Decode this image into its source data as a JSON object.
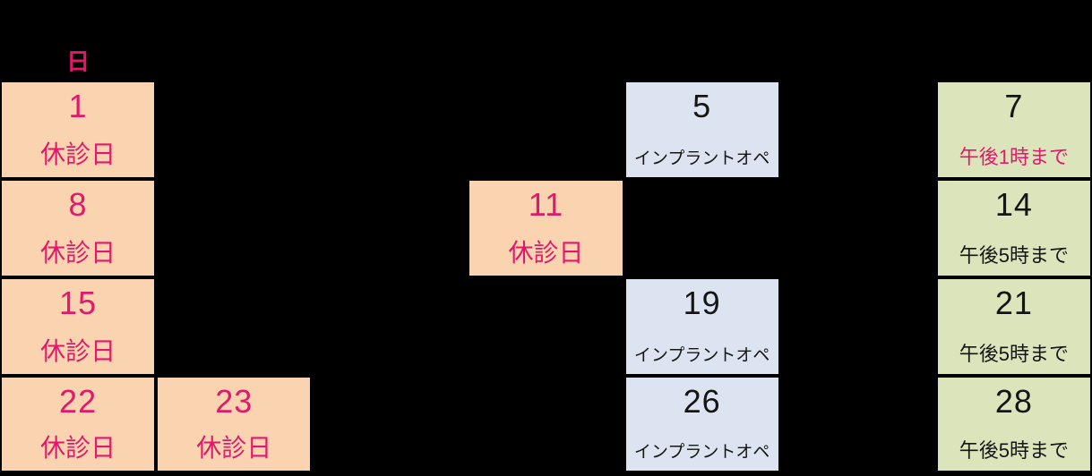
{
  "page": {
    "background_color": "#000000",
    "border_color": "#000000"
  },
  "calendar": {
    "weekday_header": {
      "label": "日",
      "color": "#e0196a"
    },
    "cell_styles": {
      "closed": {
        "bg": "#fad3b1",
        "day_color": "#e0196a",
        "note_color": "#e0196a"
      },
      "implant": {
        "bg": "#dbe4f0",
        "day_color": "#151515",
        "note_color": "#151515"
      },
      "hours": {
        "bg": "#dbe4ba",
        "day_color": "#151515",
        "note_color": "#151515"
      },
      "hours_highlight": {
        "bg": "#dbe4ba",
        "day_color": "#151515",
        "note_color": "#e0196a"
      }
    },
    "cells": [
      {
        "day": "1",
        "note": "休診日",
        "type": "closed",
        "row": 1,
        "col": 1
      },
      {
        "day": "5",
        "note": "インプラントオペ",
        "type": "implant",
        "row": 1,
        "col": 5
      },
      {
        "day": "7",
        "note": "午後1時まで",
        "type": "hours_highlight",
        "row": 1,
        "col": 7
      },
      {
        "day": "8",
        "note": "休診日",
        "type": "closed",
        "row": 2,
        "col": 1
      },
      {
        "day": "11",
        "note": "休診日",
        "type": "closed",
        "row": 2,
        "col": 4
      },
      {
        "day": "14",
        "note": "午後5時まで",
        "type": "hours",
        "row": 2,
        "col": 7
      },
      {
        "day": "15",
        "note": "休診日",
        "type": "closed",
        "row": 3,
        "col": 1
      },
      {
        "day": "19",
        "note": "インプラントオペ",
        "type": "implant",
        "row": 3,
        "col": 5
      },
      {
        "day": "21",
        "note": "午後5時まで",
        "type": "hours",
        "row": 3,
        "col": 7
      },
      {
        "day": "22",
        "note": "休診日",
        "type": "closed",
        "row": 4,
        "col": 1
      },
      {
        "day": "23",
        "note": "休診日",
        "type": "closed",
        "row": 4,
        "col": 2
      },
      {
        "day": "26",
        "note": "インプラントオペ",
        "type": "implant",
        "row": 4,
        "col": 5
      },
      {
        "day": "28",
        "note": "午後5時まで",
        "type": "hours",
        "row": 4,
        "col": 7
      }
    ]
  }
}
